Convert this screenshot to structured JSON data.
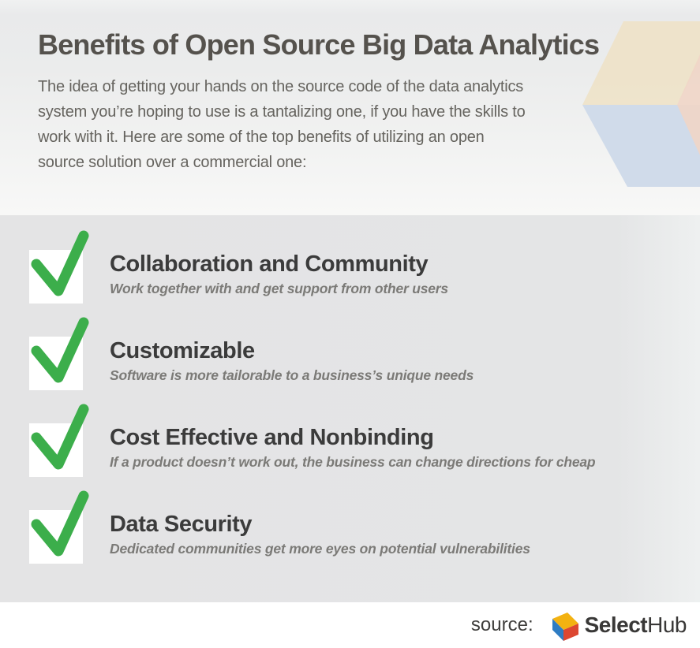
{
  "colors": {
    "check-green": "#3cae4b",
    "title-color": "#55524d",
    "intro-color": "#66645f",
    "item-title-color": "#3b3b3b",
    "item-subtitle-color": "#7b7a77",
    "source-color": "#3e3d3b",
    "brand-color": "#393837",
    "section-gray": "#e4e5e6",
    "deco-beige": "#eee3c9",
    "deco-pink": "#f0d5c6",
    "deco-blue": "#cdd9e9",
    "logo-yellow": "#f3b211",
    "logo-red": "#dc4731",
    "logo-blue": "#2e7cc3"
  },
  "header": {
    "title": "Benefits of Open Source Big Data Analytics",
    "intro_lines": [
      "The idea of getting your hands on the source code of the data analytics",
      "system you’re hoping to use is a tantalizing one, if you have the skills to",
      "work with it. Here are some of the top benefits of utilizing an open",
      "source solution over a commercial one:"
    ]
  },
  "benefits": [
    {
      "title": "Collaboration and Community",
      "subtitle": "Work together with and get support from other users"
    },
    {
      "title": "Customizable",
      "subtitle": "Software is more tailorable to a business’s unique needs"
    },
    {
      "title": "Cost Effective and Nonbinding",
      "subtitle": "If a product doesn’t work out, the business can change directions for cheap"
    },
    {
      "title": "Data Security",
      "subtitle": "Dedicated communities get more eyes on potential vulnerabilities"
    }
  ],
  "footer": {
    "source_label": "source:",
    "brand_bold": "Select",
    "brand_light": "Hub"
  },
  "icons": {
    "check": "checkmark-icon",
    "brand_cube": "selecthub-cube-icon",
    "decoration": "cube-decoration-icon"
  }
}
